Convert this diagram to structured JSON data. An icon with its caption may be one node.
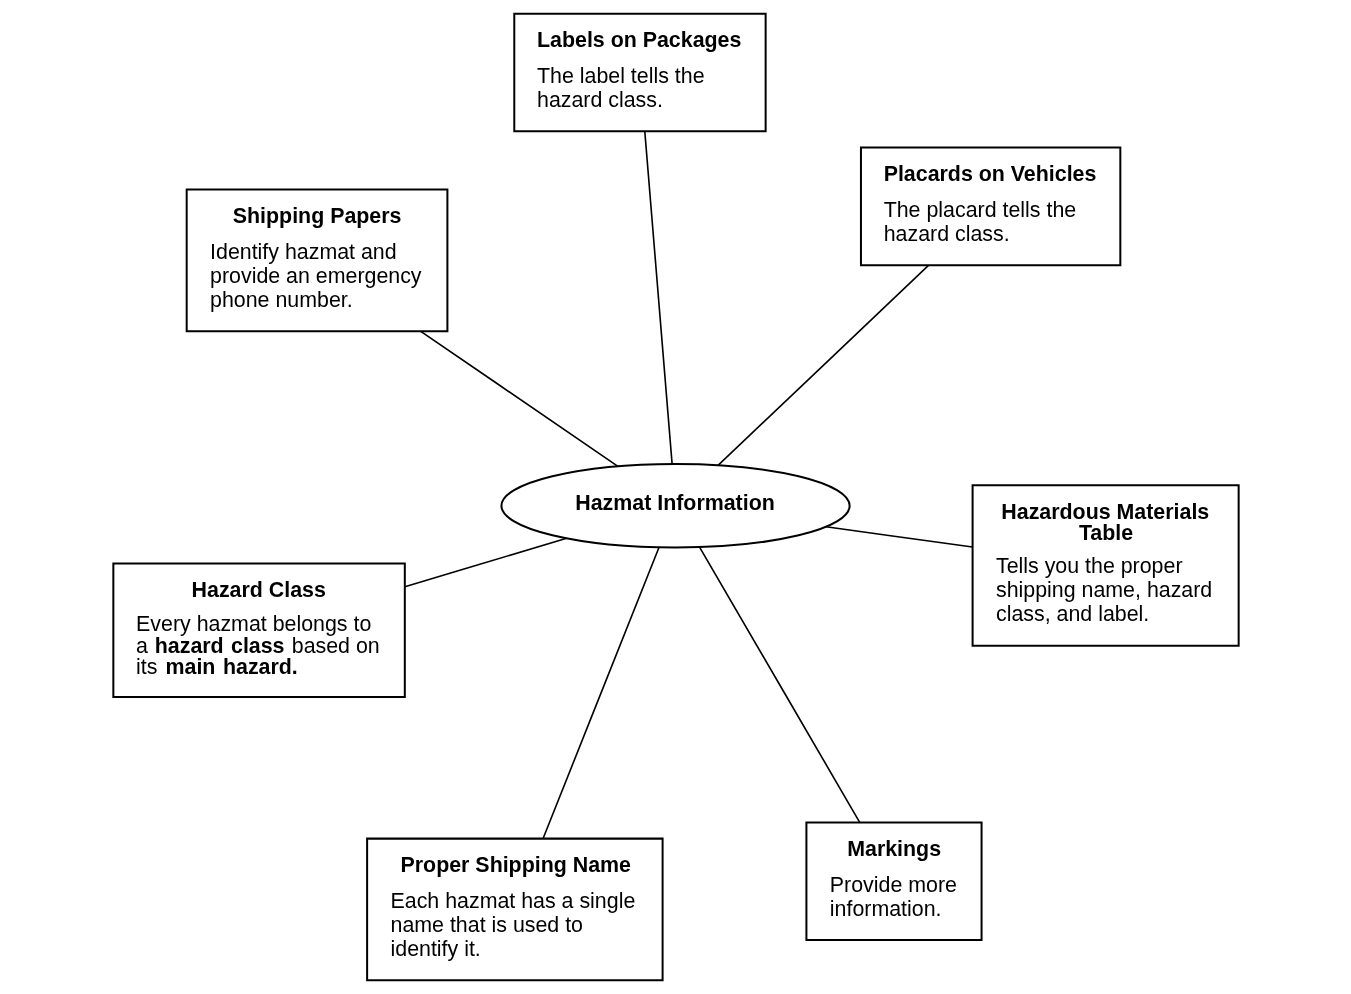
{
  "diagram": {
    "nodes": [
      {
        "text": [
          "Hazard Class",
          "Every hazmat belongs to a **hazard class** based on its **main hazard.**"
        ]
      },
      {
        "text": [
          "Hazardous Materials Table",
          "Tells you the proper shipping name, hazard class, and label."
        ]
      },
      {
        "text": [
          "Hazmat Information"
        ]
      },
      {
        "text": [
          "Labels on Packages",
          "The label tells the hazard class."
        ]
      },
      {
        "text": [
          "Placards on Vehicles",
          "The placard tells the hazard class."
        ]
      },
      {
        "text": [
          "Shipping Papers",
          "Identify hazmat and provide an emergency phone number."
        ]
      },
      {
        "text": [
          "Proper Shipping Name",
          "Each hazmat has a single name that is used to identify it."
        ]
      },
      {
        "text": [
          "Markings",
          "Provide more information."
        ]
      }
    ],
    "edges": [
      {
        "from": 2,
        "to": 0,
        "arrow": "none"
      },
      {
        "from": 2,
        "to": 1,
        "arrow": "none"
      },
      {
        "from": 2,
        "to": 3,
        "arrow": "none"
      },
      {
        "from": 2,
        "to": 4,
        "arrow": "none"
      },
      {
        "from": 2,
        "to": 5,
        "arrow": "none"
      },
      {
        "from": 2,
        "to": 6,
        "arrow": "none"
      },
      {
        "from": 2,
        "to": 7,
        "arrow": "none"
      }
    ]
  }
}
